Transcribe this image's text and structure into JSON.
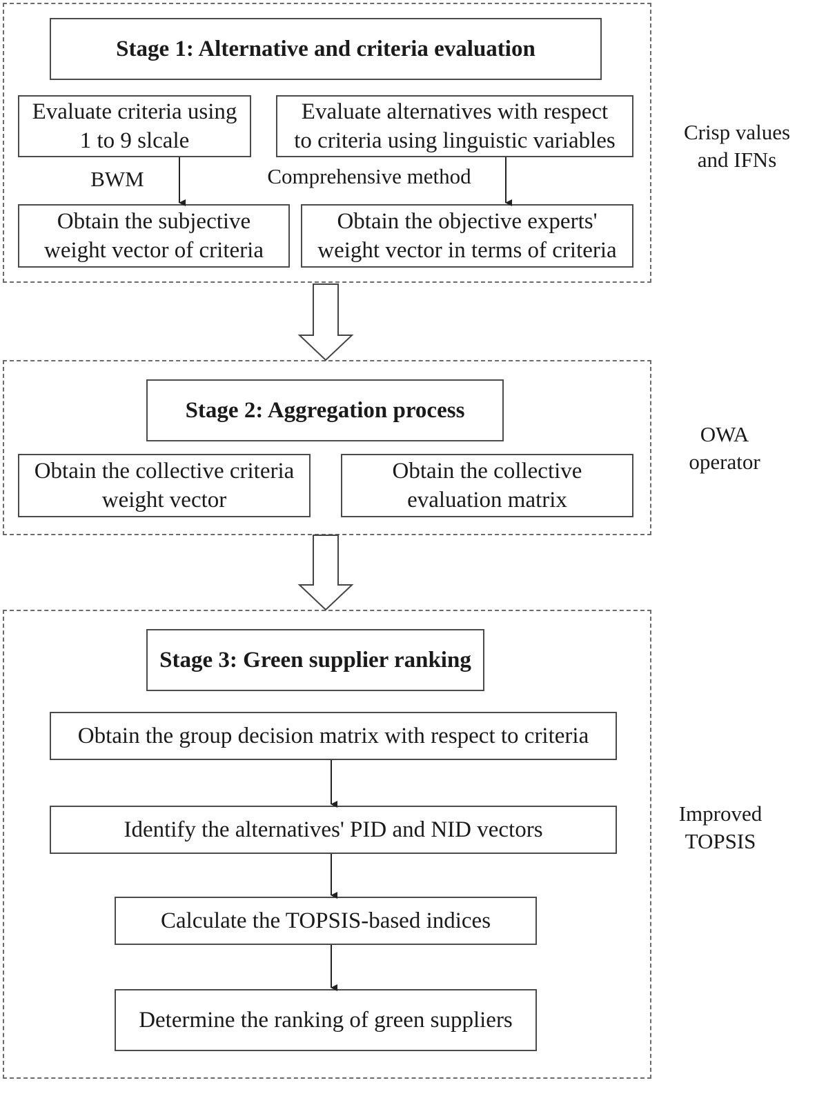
{
  "stage1": {
    "title": "Stage 1: Alternative and criteria evaluation",
    "criteria_box": [
      "Evaluate criteria using",
      "1 to 9 slcale"
    ],
    "alternatives_box": [
      "Evaluate alternatives with respect",
      "to criteria using linguistic variables"
    ],
    "left_method": "BWM",
    "right_method": "Comprehensive method",
    "subjective_box": [
      "Obtain the subjective",
      "weight vector of criteria"
    ],
    "objective_box": [
      "Obtain the objective experts'",
      "weight vector in terms of criteria"
    ],
    "side_label": [
      "Crisp values",
      "and  IFNs"
    ]
  },
  "stage2": {
    "title": "Stage 2: Aggregation process",
    "collective_weight_box": [
      "Obtain the collective criteria",
      "weight vector"
    ],
    "collective_matrix_box": [
      "Obtain the collective",
      "evaluation matrix"
    ],
    "side_label": [
      "OWA",
      "operator"
    ]
  },
  "stage3": {
    "title": "Stage 3: Green supplier ranking",
    "steps": [
      "Obtain the group decision matrix with respect to criteria",
      "Identify the alternatives' PID and NID vectors",
      "Calculate the TOPSIS-based indices",
      "Determine the ranking of green suppliers"
    ],
    "side_label": [
      "Improved",
      "TOPSIS"
    ]
  }
}
